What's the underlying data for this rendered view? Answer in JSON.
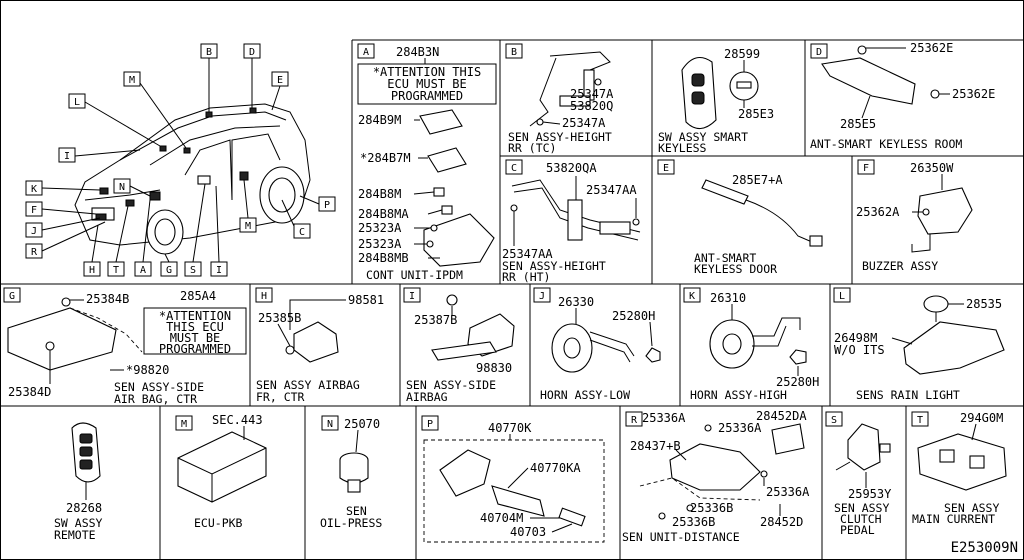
{
  "diagram_id": "E253009N",
  "overview": {
    "keys": [
      "B",
      "D",
      "M",
      "E",
      "L",
      "I",
      "K",
      "N",
      "F",
      "J",
      "R",
      "H",
      "T",
      "A",
      "G",
      "S",
      "I",
      "M",
      "C",
      "P"
    ]
  },
  "panels": {
    "A": {
      "key": "A",
      "header_part": "284B3N",
      "note": [
        "*ATTENTION THIS",
        "ECU MUST BE",
        "PROGRAMMED"
      ],
      "parts": [
        "284B9M",
        "*284B7M",
        "284B8M",
        "284B8MA",
        "25323A",
        "25323A",
        "284B8MB"
      ],
      "caption": [
        "CONT UNIT-IPDM"
      ]
    },
    "B": {
      "key": "B",
      "parts": [
        "25347A",
        "53820Q",
        "25347A"
      ],
      "caption": [
        "SEN ASSY-HEIGHT",
        "RR (TC)"
      ]
    },
    "SMART": {
      "parts": [
        "28599",
        "285E3"
      ],
      "caption": [
        "SW ASSY SMART",
        "KEYLESS"
      ]
    },
    "D": {
      "key": "D",
      "parts": [
        "25362E",
        "25362E",
        "285E5"
      ],
      "caption": [
        "ANT-SMART KEYLESS ROOM"
      ]
    },
    "C": {
      "key": "C",
      "parts": [
        "53820QA",
        "25347AA",
        "25347AA"
      ],
      "caption": [
        "SEN ASSY-HEIGHT",
        "RR (HT)"
      ]
    },
    "E": {
      "key": "E",
      "parts": [
        "285E7+A"
      ],
      "caption": [
        "ANT-SMART",
        "KEYLESS DOOR"
      ]
    },
    "F": {
      "key": "F",
      "parts": [
        "26350W",
        "25362A"
      ],
      "caption": [
        "BUZZER ASSY"
      ]
    },
    "G": {
      "key": "G",
      "header_part": "285A4",
      "note": [
        "*ATTENTION",
        "THIS ECU",
        "MUST BE",
        "PROGRAMMED"
      ],
      "parts": [
        "25384B",
        "*98820",
        "25384D"
      ],
      "caption": [
        "SEN ASSY-SIDE",
        "AIR BAG, CTR"
      ]
    },
    "H": {
      "key": "H",
      "parts": [
        "98581",
        "25385B"
      ],
      "caption": [
        "SEN ASSY AIRBAG",
        "FR, CTR"
      ]
    },
    "I": {
      "key": "I",
      "parts": [
        "25387B",
        "98830"
      ],
      "caption": [
        "SEN ASSY-SIDE",
        "AIRBAG"
      ]
    },
    "J": {
      "key": "J",
      "parts": [
        "26330",
        "25280H"
      ],
      "caption": [
        "HORN ASSY-LOW"
      ]
    },
    "K": {
      "key": "K",
      "parts": [
        "26310",
        "25280H"
      ],
      "caption": [
        "HORN ASSY-HIGH"
      ]
    },
    "L": {
      "key": "L",
      "parts": [
        "28535",
        "26498M",
        "W/O ITS"
      ],
      "caption": [
        "SENS RAIN LIGHT"
      ]
    },
    "REMOTE": {
      "parts": [
        "28268"
      ],
      "caption": [
        "SW ASSY",
        "REMOTE"
      ]
    },
    "M": {
      "key": "M",
      "parts": [
        "SEC.443"
      ],
      "caption": [
        "ECU-PKB"
      ]
    },
    "N": {
      "key": "N",
      "parts": [
        "25070"
      ],
      "caption": [
        "SEN",
        "OIL-PRESS"
      ]
    },
    "P": {
      "key": "P",
      "parts": [
        "40770K",
        "40770KA",
        "40704M",
        "40703"
      ]
    },
    "R": {
      "key": "R",
      "parts": [
        "25336A",
        "28452DA",
        "28437+B",
        "25336A",
        "25336A",
        "25336B",
        "25336B",
        "28452D"
      ],
      "caption": [
        "SEN UNIT-DISTANCE"
      ]
    },
    "S": {
      "key": "S",
      "parts": [
        "25953Y"
      ],
      "caption": [
        "SEN ASSY",
        "CLUTCH",
        "PEDAL"
      ]
    },
    "T": {
      "key": "T",
      "parts": [
        "294G0M"
      ],
      "caption": [
        "SEN ASSY",
        "MAIN CURRENT"
      ]
    }
  }
}
